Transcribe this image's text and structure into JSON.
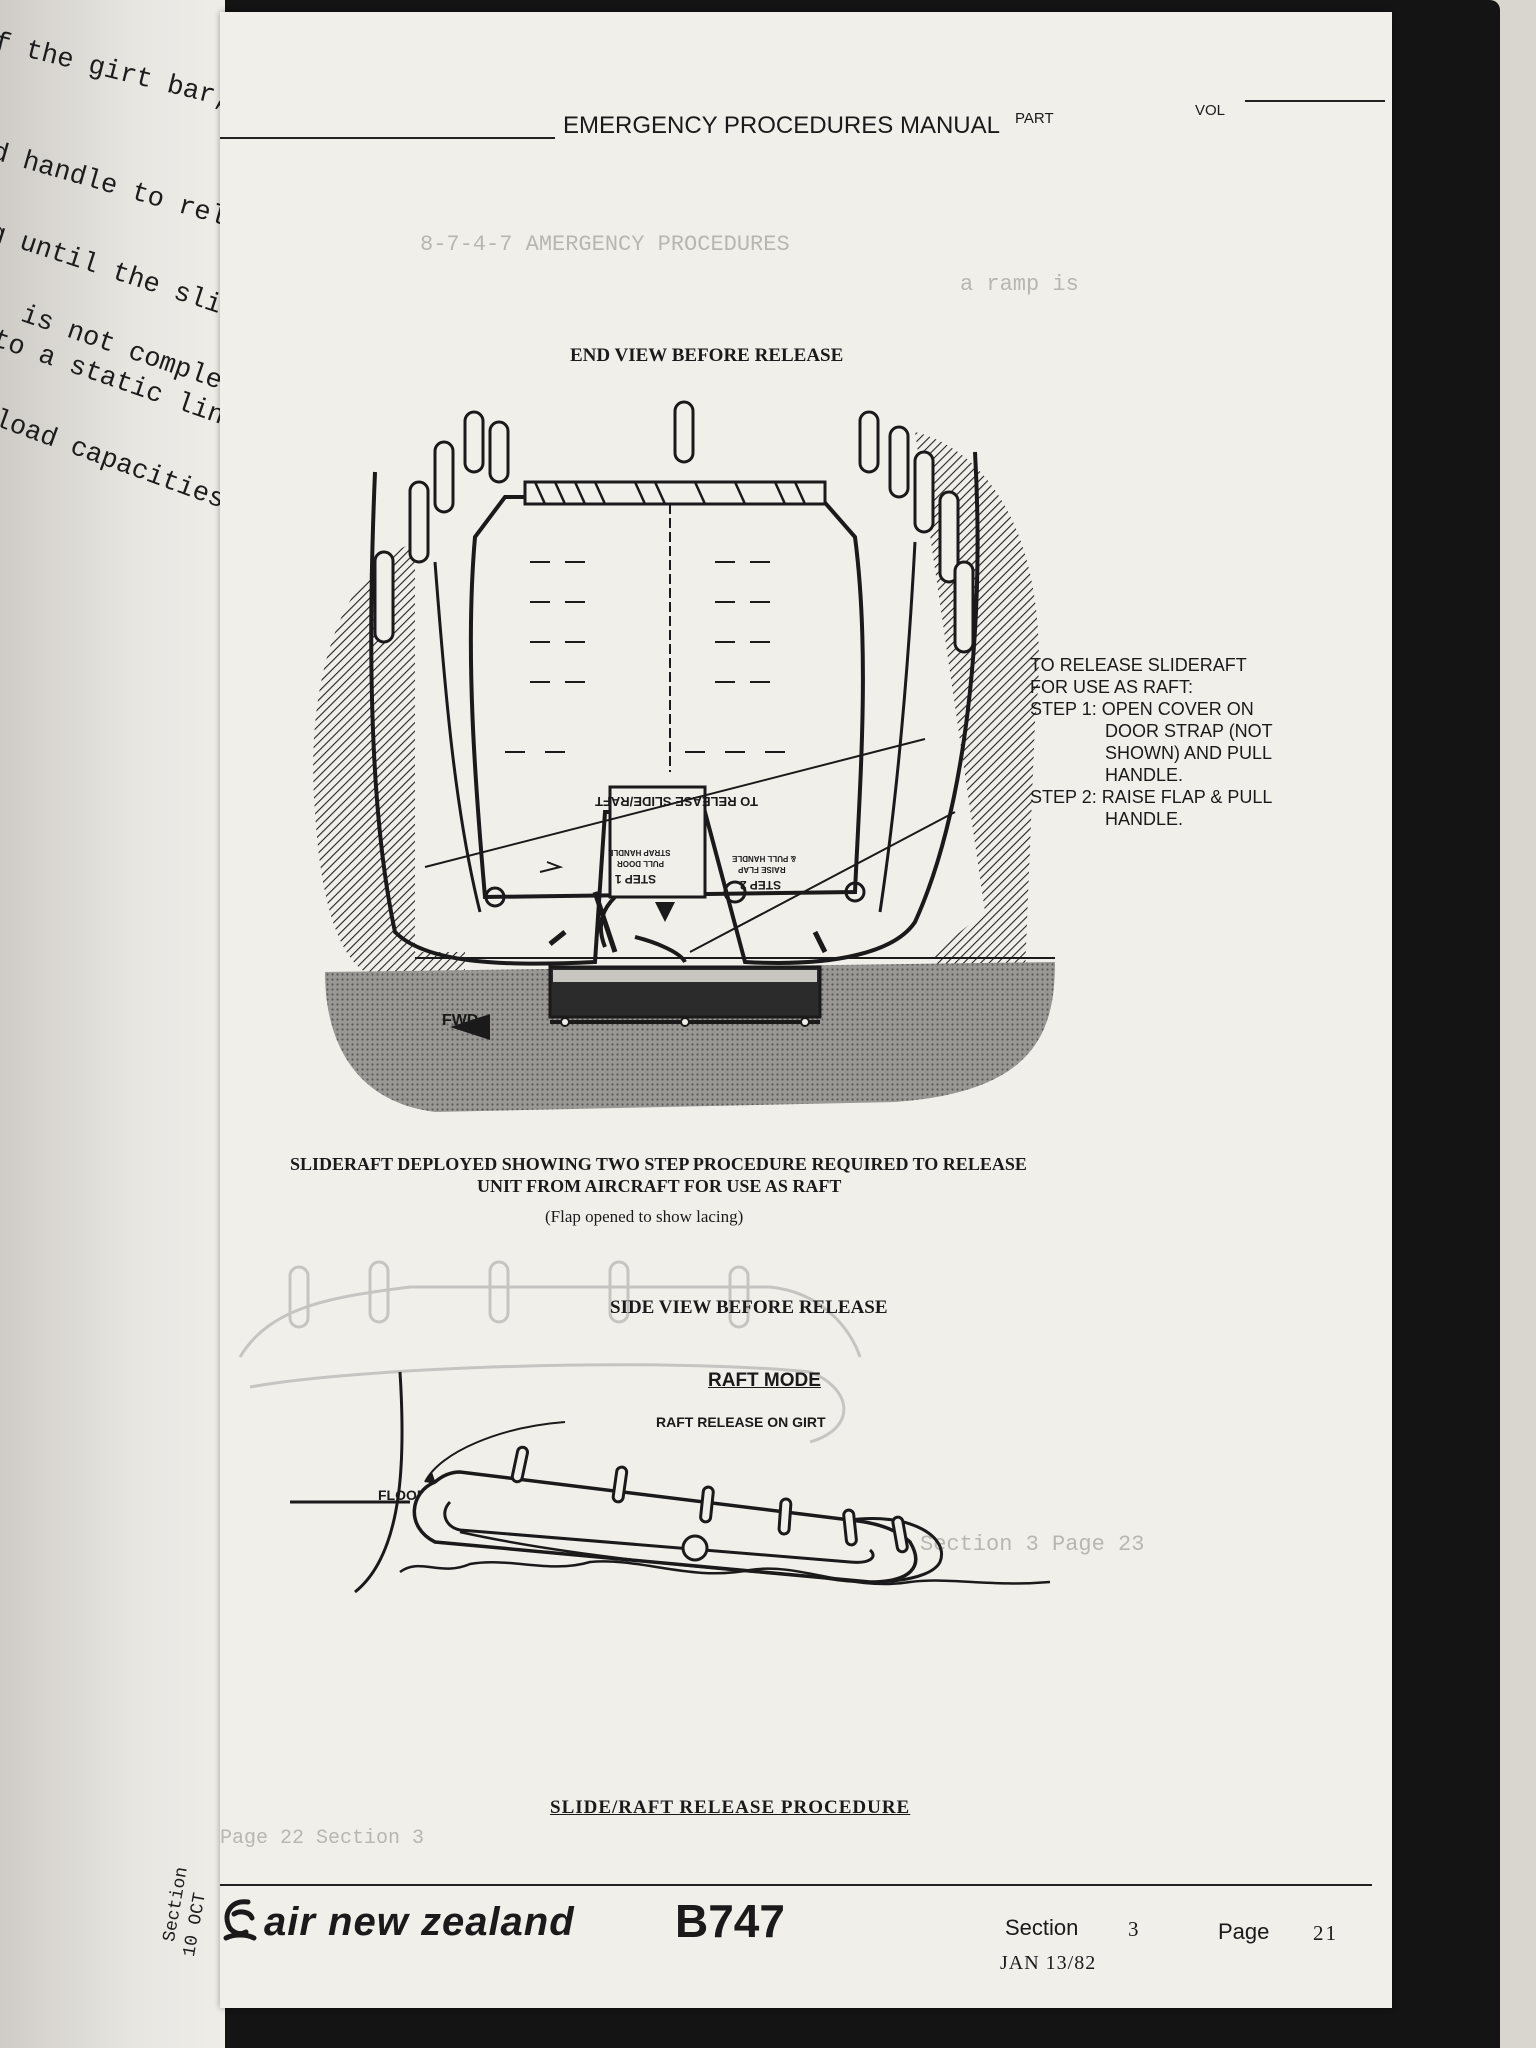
{
  "left_page": {
    "lines": [
      "f the girt bar, (indica",
      "d handle to release th",
      "g until the slide/raft",
      ". is not completed th",
      " to a static line).",
      "load capacities of the"
    ],
    "footer": [
      "Section",
      "10 OCT"
    ]
  },
  "header": {
    "title": "EMERGENCY PROCEDURES MANUAL",
    "part_label": "PART",
    "vol_label": "VOL"
  },
  "end_view": {
    "heading": "END VIEW BEFORE RELEASE",
    "inner_label": "TO RELEASE SLIDE/RAFT",
    "step1_inner": [
      "STEP 1",
      "PULL DOOR",
      "STRAP HANDLE"
    ],
    "step2_inner": [
      "STEP 2",
      "RAISE FLAP",
      "& PULL HANDLE"
    ],
    "fwd_label": "FWD",
    "callout": [
      "TO RELEASE SLIDERAFT",
      "FOR USE AS RAFT:",
      "STEP 1: OPEN COVER ON",
      "DOOR STRAP (NOT",
      "SHOWN) AND PULL",
      "HANDLE.",
      "STEP 2: RAISE FLAP & PULL",
      "HANDLE."
    ]
  },
  "caption": {
    "line1": "SLIDERAFT DEPLOYED SHOWING TWO STEP PROCEDURE REQUIRED TO  RELEASE",
    "line2": "UNIT FROM AIRCRAFT FOR USE AS RAFT",
    "line3": "(Flap opened to show lacing)"
  },
  "side_view": {
    "heading": "SIDE VIEW BEFORE RELEASE",
    "raft_mode": "RAFT MODE",
    "raft_release": "RAFT RELEASE ON GIRT",
    "floor_level": "FLOOR LEVEL"
  },
  "procedure_title": "SLIDE/RAFT RELEASE PROCEDURE",
  "footer": {
    "logo": "air new zealand",
    "aircraft": "B747",
    "section_label": "Section",
    "section_value": "3",
    "page_label": "Page",
    "page_value": "21",
    "date": "JAN 13/82"
  }
}
